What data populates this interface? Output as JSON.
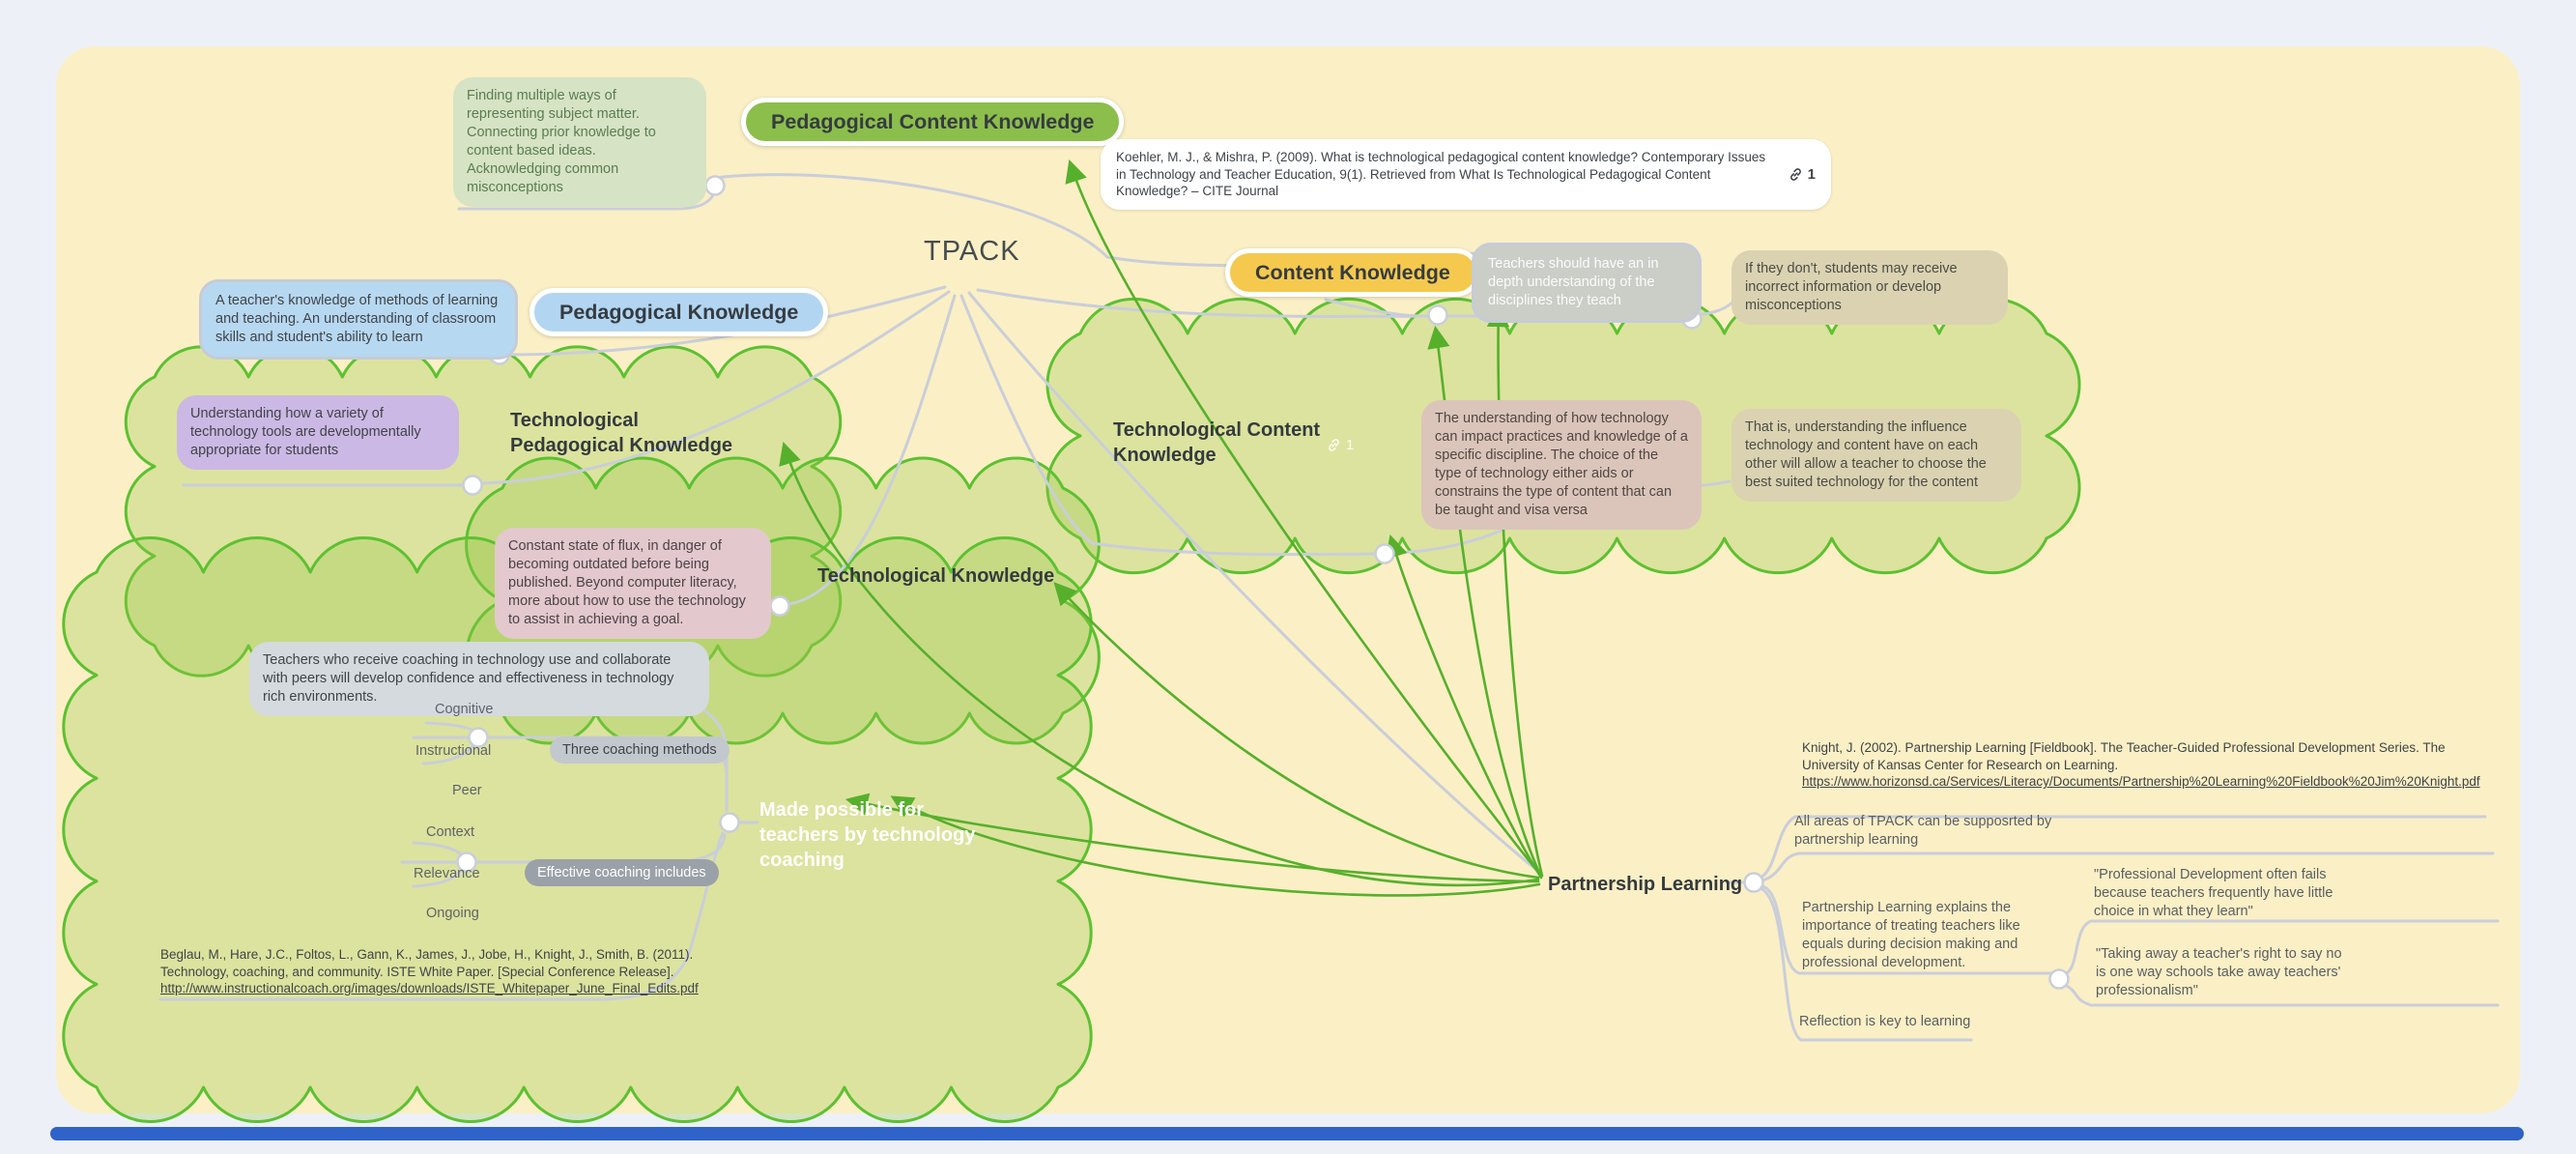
{
  "title": "TPACK",
  "colors": {
    "canvas_bg": "#fbefc5",
    "cloud_stroke": "#5cc131",
    "branch_grey": "#c9ced9",
    "arrow_green": "#56b02c",
    "pck_pill": "#8cbe4c",
    "ck_pill": "#f5c94e",
    "pk_pill": "#b2d5f1",
    "bottom_bar": "#2f63c9"
  },
  "nodes": {
    "pck": {
      "label": "Pedagogical Content Knowledge"
    },
    "ck": {
      "label": "Content Knowledge"
    },
    "pk": {
      "label": "Pedagogical Knowledge"
    },
    "tpk": {
      "label": "Technological Pedagogical Knowledge"
    },
    "tk": {
      "label": "Technological Knowledge"
    },
    "tck": {
      "label": "Technological Content Knowledge",
      "link_count": "1"
    },
    "made_possible": {
      "label": "Made possible for teachers by technology coaching"
    },
    "partnership": {
      "label": "Partnership Learning"
    }
  },
  "notes": {
    "pck_note": "Finding multiple ways of representing subject matter. Connecting prior knowledge to content based ideas. Acknowledging common misconceptions",
    "ck_note_grey": "Teachers should have an in depth understanding of the disciplines they teach",
    "ck_note_tan": "If they don't, students may receive incorrect information or develop misconceptions",
    "pk_note": "A teacher's knowledge of methods of learning and teaching. An understanding of classroom skills and student's ability to learn",
    "tpk_note": "Understanding how a variety of technology tools are developmentally appropriate for students",
    "tk_note": "Constant state of flux, in danger of becoming outdated before being published. Beyond computer literacy, more about how to use the technology to assist in achieving a goal.",
    "tck_note_pink": "The understanding of how technology can impact practices and knowledge of a specific discipline. The choice of the type of technology either aids or constrains the type of content that can be taught and visa versa",
    "tck_note_tan": "That is, understanding the influence technology and content have on each other will allow a teacher to choose the best suited technology for the content",
    "coaching_note": "Teachers who receive coaching in technology use and collaborate with peers will develop confidence and effectiveness in  technology rich environments."
  },
  "citations": {
    "koehler": {
      "text": "Koehler, M. J., & Mishra, P. (2009). What is technological pedagogical content knowledge? Contemporary Issues in Technology and Teacher Education, 9(1). Retrieved from What Is Technological Pedagogical Content Knowledge? – CITE Journal",
      "link_count": "1"
    },
    "beglau": {
      "text": "Beglau, M., Hare, J.C., Foltos, L., Gann, K., James, J., Jobe, H., Knight, J., Smith, B. (2011). Technology, coaching, and community.  ISTE White Paper. [Special Conference Release].",
      "url": "http://www.instructionalcoach.org/images/downloads/ISTE_Whitepaper_June_Final_Edits.pdf"
    },
    "knight": {
      "text": "Knight, J. (2002). Partnership Learning [Fieldbook]. The Teacher-Guided Professional Development Series. The University of Kansas Center for Research on Learning.",
      "url": "https://www.horizonsd.ca/Services/Literacy/Documents/Partnership%20Learning%20Fieldbook%20Jim%20Knight.pdf"
    }
  },
  "coaching": {
    "methods_label": "Three coaching methods",
    "methods": [
      "Cognitive",
      "Instructional",
      "Peer"
    ],
    "includes_label": "Effective coaching includes",
    "includes": [
      "Context",
      "Relevance",
      "Ongoing"
    ]
  },
  "partnership_children": {
    "all_areas": "All areas of TPACK can be supposrted by partnership learning",
    "explains": "Partnership Learning explains the importance of treating teachers like equals during decision making and professional development.",
    "quote1": "\"Professional Development often fails because teachers frequently have little choice in what they learn\"",
    "quote2": "\"Taking away a teacher's right to say no is one way schools take away teachers' professionalism\"",
    "reflection": "Reflection is key to learning"
  }
}
